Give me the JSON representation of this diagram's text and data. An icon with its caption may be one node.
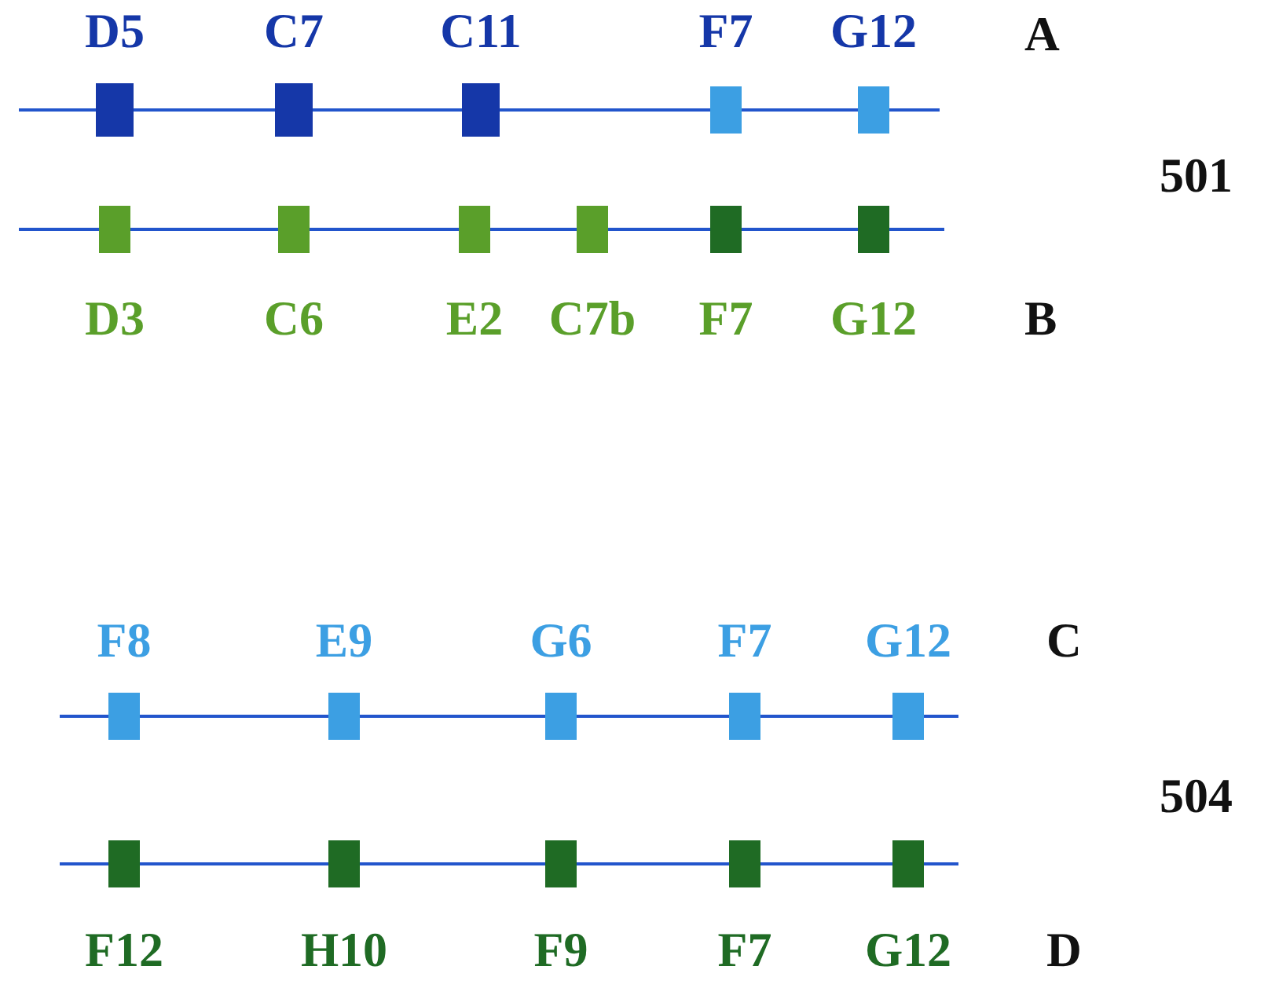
{
  "diagram": {
    "nodes": [
      {
        "text": [
          "D5"
        ]
      },
      {
        "text": [
          "C7"
        ]
      },
      {
        "text": [
          "C11"
        ]
      },
      {
        "text": [
          "F7"
        ]
      },
      {
        "text": [
          "G12"
        ]
      },
      {
        "text": [
          "D3"
        ]
      },
      {
        "text": [
          "C6"
        ]
      },
      {
        "text": [
          "E2"
        ]
      },
      {
        "text": [
          "C7b"
        ]
      },
      {
        "text": [
          "F7"
        ]
      },
      {
        "text": [
          "G12"
        ]
      },
      {
        "text": [
          "F8"
        ]
      },
      {
        "text": [
          "E9"
        ]
      },
      {
        "text": [
          "G6"
        ]
      },
      {
        "text": [
          "F7"
        ]
      },
      {
        "text": [
          "G12"
        ]
      },
      {
        "text": [
          "F12"
        ]
      },
      {
        "text": [
          "H10"
        ]
      },
      {
        "text": [
          "F9"
        ]
      },
      {
        "text": [
          "F7"
        ]
      },
      {
        "text": [
          "G12"
        ]
      }
    ],
    "edges": [
      {
        "from": null,
        "to": 0,
        "arrow": "none"
      },
      {
        "from": 0,
        "to": 1,
        "arrow": "none"
      },
      {
        "from": 1,
        "to": 2,
        "arrow": "none"
      },
      {
        "from": 2,
        "to": 3,
        "arrow": "none"
      },
      {
        "from": 3,
        "to": 4,
        "arrow": "none"
      },
      {
        "from": 4,
        "to": null,
        "arrow": "none"
      },
      {
        "from": null,
        "to": 5,
        "arrow": "none"
      },
      {
        "from": 5,
        "to": 6,
        "arrow": "none"
      },
      {
        "from": 6,
        "to": 7,
        "arrow": "none"
      },
      {
        "from": 7,
        "to": 8,
        "arrow": "none"
      },
      {
        "from": 8,
        "to": 9,
        "arrow": "none"
      },
      {
        "from": 9,
        "to": 10,
        "arrow": "none"
      },
      {
        "from": 10,
        "to": null,
        "arrow": "none"
      },
      {
        "from": null,
        "to": 11,
        "arrow": "none"
      },
      {
        "from": 11,
        "to": 12,
        "arrow": "none"
      },
      {
        "from": 12,
        "to": 13,
        "arrow": "none"
      },
      {
        "from": 13,
        "to": 14,
        "arrow": "none"
      },
      {
        "from": 14,
        "to": 15,
        "arrow": "none"
      },
      {
        "from": 15,
        "to": null,
        "arrow": "none"
      },
      {
        "from": null,
        "to": 16,
        "arrow": "none"
      },
      {
        "from": 16,
        "to": 17,
        "arrow": "none"
      },
      {
        "from": 17,
        "to": 18,
        "arrow": "none"
      },
      {
        "from": 18,
        "to": 19,
        "arrow": "none"
      },
      {
        "from": 19,
        "to": 20,
        "arrow": "none"
      },
      {
        "from": 20,
        "to": null,
        "arrow": "none"
      }
    ],
    "labels": [
      "A",
      "501",
      "B",
      "C",
      "504",
      "D"
    ]
  }
}
